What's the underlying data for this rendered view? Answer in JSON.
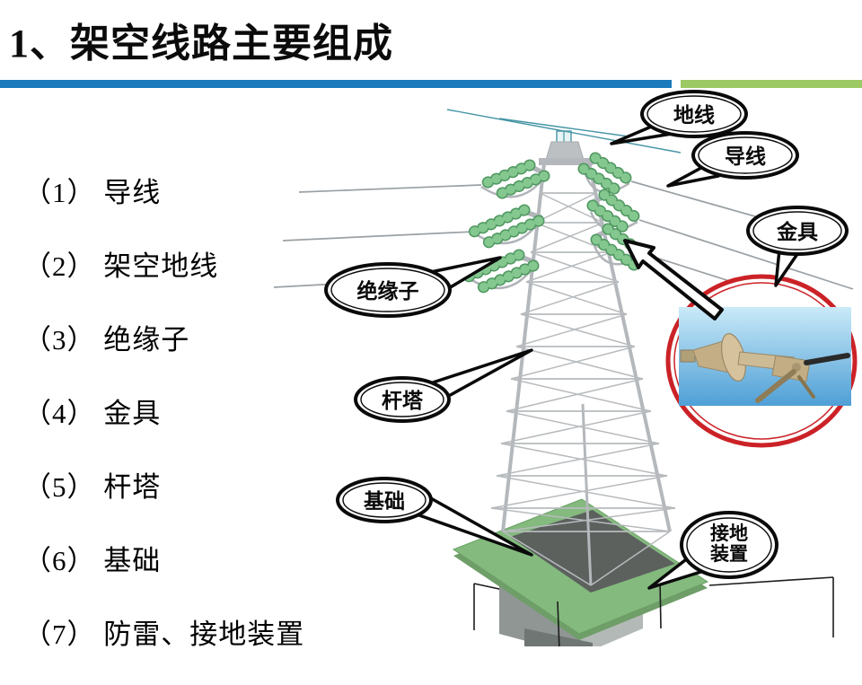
{
  "slide": {
    "title": "1、架空线路主要组成",
    "divider_colors": {
      "blue": "#1a7abc",
      "green": "#9cc963"
    },
    "list_items": [
      "（1） 导线",
      "（2） 架空地线",
      "（3） 绝缘子",
      "（4） 金具",
      "（5） 杆塔",
      "（6） 基础",
      "（7） 防雷、接地装置"
    ],
    "callouts": {
      "ground_wire": "地线",
      "conductor": "导线",
      "fitting": "金具",
      "insulator": "绝缘子",
      "tower": "杆塔",
      "foundation": "基础",
      "grounding_device_line1": "接地",
      "grounding_device_line2": "装置"
    },
    "inset": {
      "ring_color": "#cb2227"
    }
  }
}
